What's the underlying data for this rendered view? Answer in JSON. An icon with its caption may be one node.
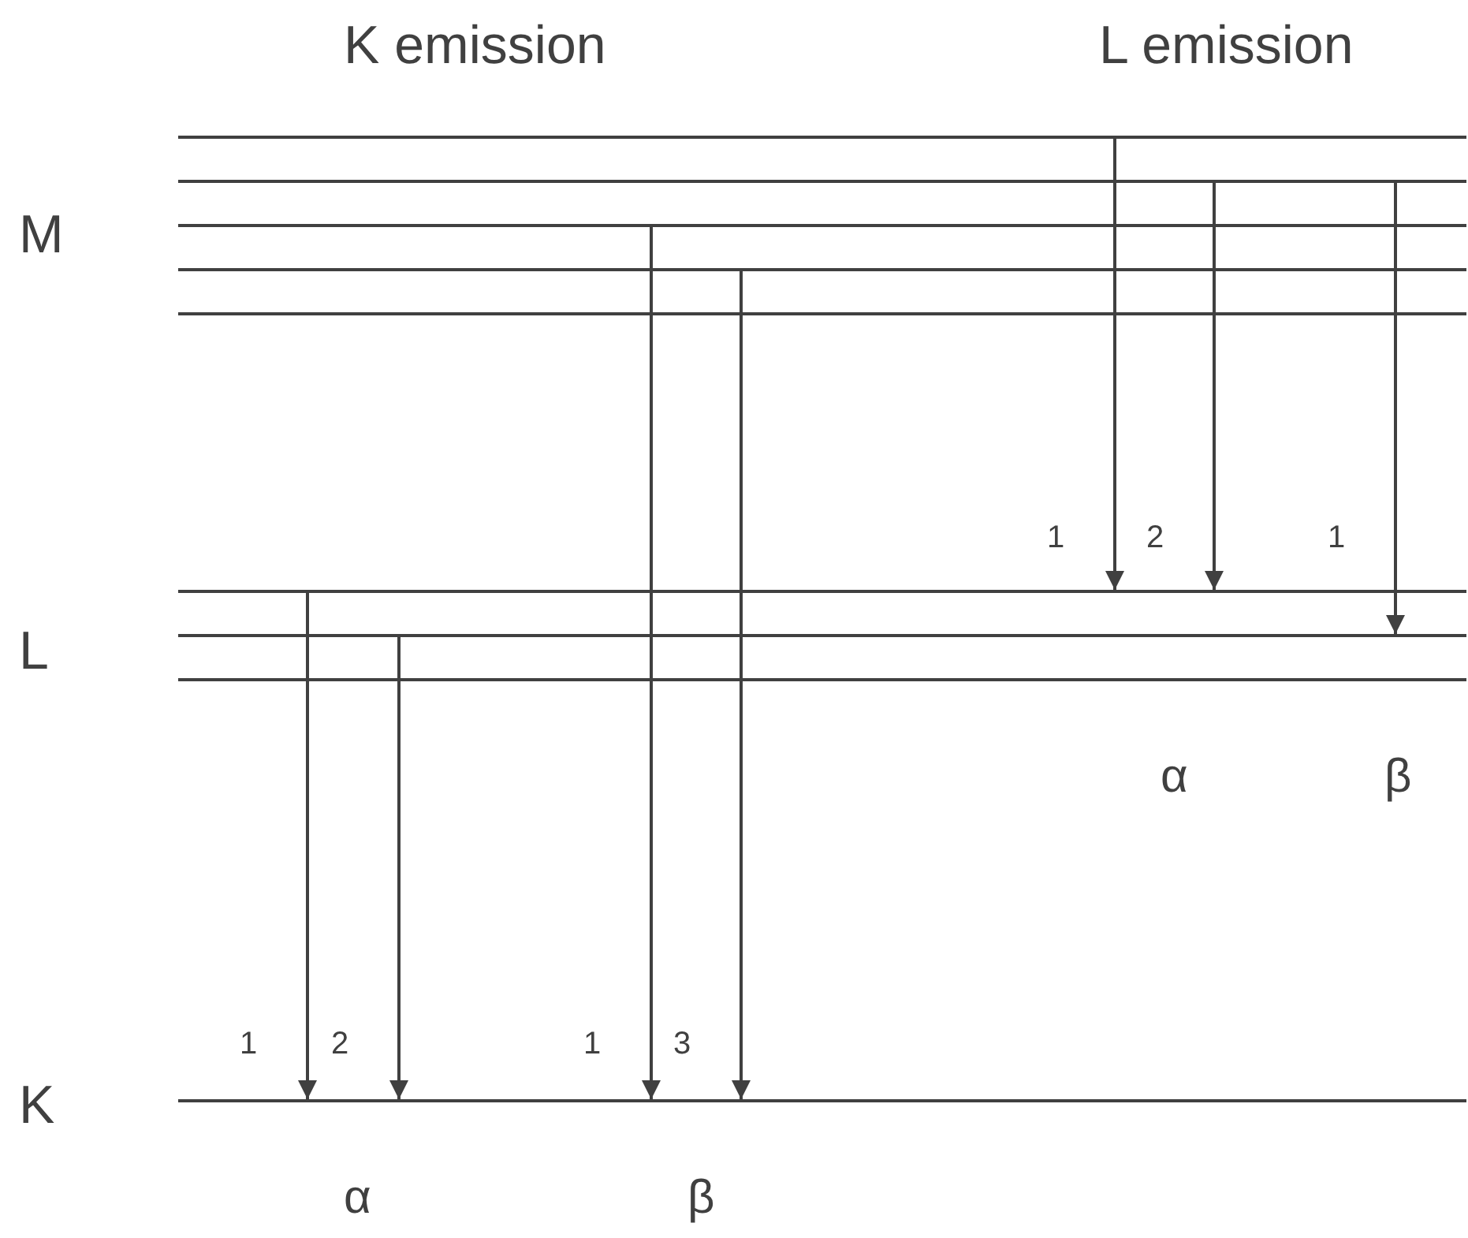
{
  "diagram": {
    "nodes": [
      {
        "text": [],
        "shape": "bar"
      },
      {
        "text": [],
        "shape": "bar"
      },
      {
        "text": [],
        "shape": "bar"
      },
      {
        "text": [],
        "shape": "bar"
      },
      {
        "text": [],
        "shape": "bar"
      },
      {
        "text": [],
        "shape": "bar"
      },
      {
        "text": [],
        "shape": "bar"
      },
      {
        "text": [],
        "shape": "bar"
      },
      {
        "text": [],
        "shape": "bar"
      }
    ],
    "edges": [
      {
        "from": 5,
        "to": 8,
        "arrow": "to",
        "label": "1"
      },
      {
        "from": 6,
        "to": 8,
        "arrow": "to",
        "label": "2"
      },
      {
        "from": 2,
        "to": 8,
        "arrow": "to",
        "label": "1"
      },
      {
        "from": 3,
        "to": 8,
        "arrow": "to",
        "label": "3"
      },
      {
        "from": 0,
        "to": 5,
        "arrow": "to",
        "label": "1"
      },
      {
        "from": 1,
        "to": 5,
        "arrow": "to",
        "label": "2"
      },
      {
        "from": 1,
        "to": 6,
        "arrow": "to",
        "label": "1"
      }
    ],
    "labels": [
      "K emission",
      "L emission",
      "M",
      "L",
      "α",
      "β",
      "K",
      "α",
      "β"
    ]
  }
}
